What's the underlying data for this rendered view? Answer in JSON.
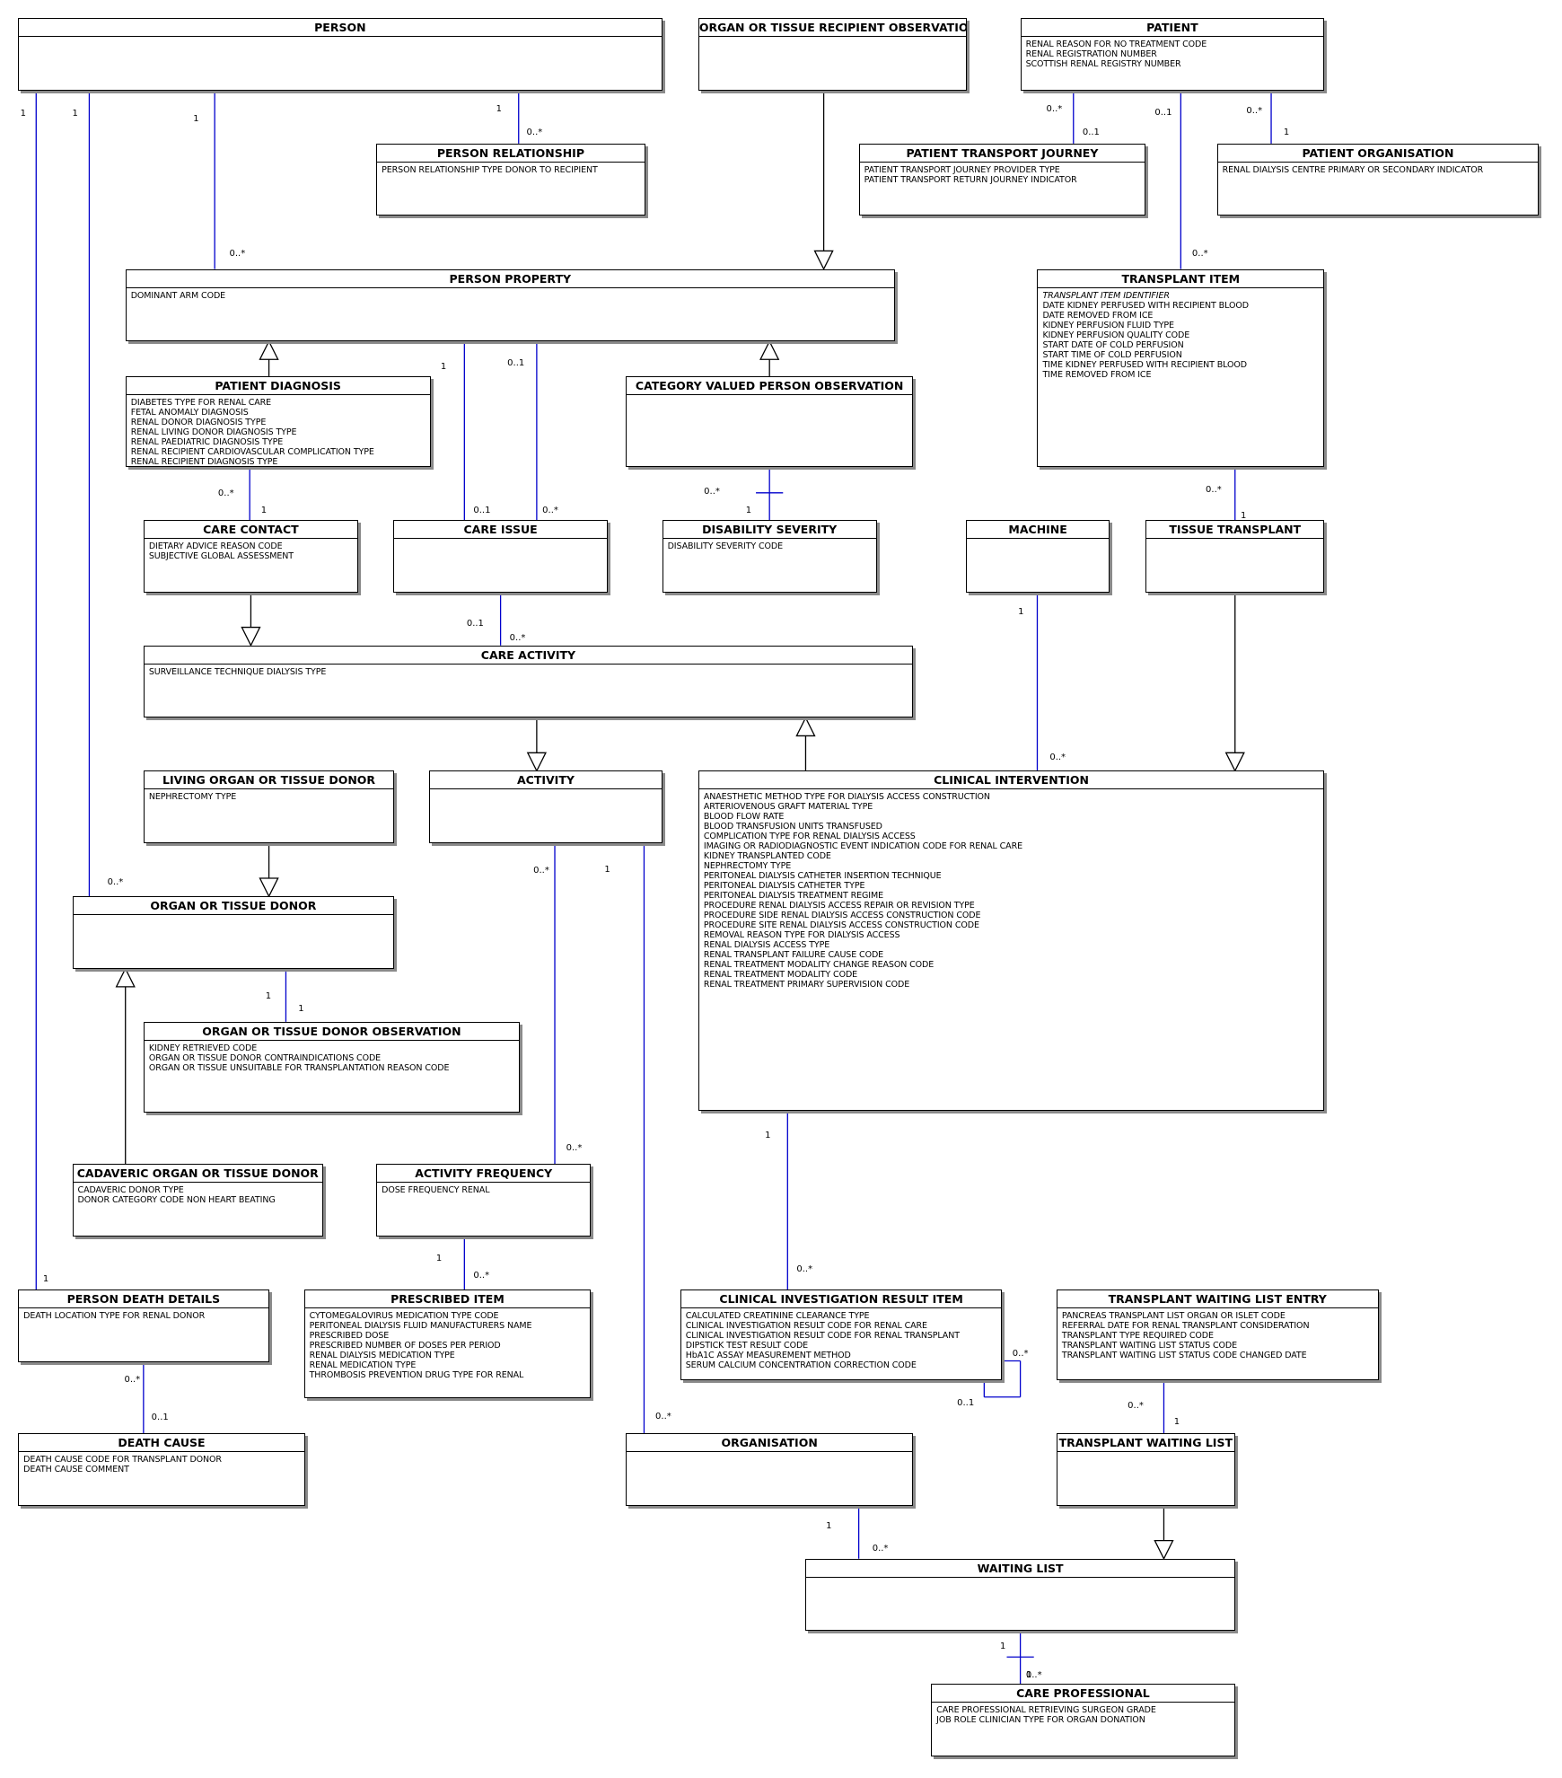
{
  "diagram": {
    "colors": {
      "association": "#0000cc",
      "inheritance": "#000000",
      "shadow": "#8a8a8a"
    },
    "entities": {
      "person": {
        "title": "PERSON",
        "attributes": []
      },
      "organ_recipient_obs": {
        "title": "ORGAN OR TISSUE RECIPIENT OBSERVATION",
        "attributes": []
      },
      "patient": {
        "title": "PATIENT",
        "attributes": [
          "RENAL REASON FOR NO TREATMENT CODE",
          "RENAL REGISTRATION NUMBER",
          "SCOTTISH RENAL REGISTRY NUMBER"
        ]
      },
      "person_relationship": {
        "title": "PERSON RELATIONSHIP",
        "attributes": [
          "PERSON RELATIONSHIP TYPE DONOR TO RECIPIENT"
        ]
      },
      "patient_transport": {
        "title": "PATIENT TRANSPORT JOURNEY",
        "attributes": [
          "PATIENT TRANSPORT JOURNEY PROVIDER TYPE",
          "PATIENT TRANSPORT RETURN JOURNEY INDICATOR"
        ]
      },
      "patient_org": {
        "title": "PATIENT ORGANISATION",
        "attributes": [
          "RENAL DIALYSIS CENTRE PRIMARY OR SECONDARY INDICATOR"
        ]
      },
      "person_property": {
        "title": "PERSON PROPERTY",
        "attributes": [
          "DOMINANT ARM CODE"
        ]
      },
      "transplant_item": {
        "title": "TRANSPLANT ITEM",
        "attributes": [
          "TRANSPLANT ITEM IDENTIFIER",
          "DATE KIDNEY PERFUSED WITH RECIPIENT BLOOD",
          "DATE REMOVED FROM ICE",
          "KIDNEY PERFUSION FLUID TYPE",
          "KIDNEY PERFUSION QUALITY CODE",
          "START DATE OF COLD PERFUSION",
          "START TIME OF COLD PERFUSION",
          "TIME KIDNEY PERFUSED WITH RECIPIENT BLOOD",
          "TIME REMOVED FROM ICE"
        ]
      },
      "patient_diagnosis": {
        "title": "PATIENT DIAGNOSIS",
        "attributes": [
          "DIABETES TYPE FOR RENAL CARE",
          "FETAL ANOMALY DIAGNOSIS",
          "RENAL DONOR DIAGNOSIS TYPE",
          "RENAL LIVING DONOR DIAGNOSIS TYPE",
          "RENAL PAEDIATRIC DIAGNOSIS TYPE",
          "RENAL RECIPIENT CARDIOVASCULAR COMPLICATION TYPE",
          "RENAL RECIPIENT DIAGNOSIS TYPE"
        ]
      },
      "category_obs": {
        "title": "CATEGORY VALUED PERSON OBSERVATION",
        "attributes": []
      },
      "care_contact": {
        "title": "CARE CONTACT",
        "attributes": [
          "DIETARY ADVICE REASON CODE",
          "SUBJECTIVE GLOBAL ASSESSMENT"
        ]
      },
      "care_issue": {
        "title": "CARE ISSUE",
        "attributes": []
      },
      "disability": {
        "title": "DISABILITY SEVERITY",
        "attributes": [
          "DISABILITY SEVERITY CODE"
        ]
      },
      "machine": {
        "title": "MACHINE",
        "attributes": []
      },
      "tissue_transplant": {
        "title": "TISSUE TRANSPLANT",
        "attributes": []
      },
      "care_activity": {
        "title": "CARE ACTIVITY",
        "attributes": [
          "SURVEILLANCE TECHNIQUE DIALYSIS TYPE"
        ]
      },
      "living_donor": {
        "title": "LIVING ORGAN OR TISSUE DONOR",
        "attributes": [
          "NEPHRECTOMY TYPE"
        ]
      },
      "activity": {
        "title": "ACTIVITY",
        "attributes": []
      },
      "clinical_intervention": {
        "title": "CLINICAL INTERVENTION",
        "attributes": [
          "ANAESTHETIC METHOD TYPE FOR DIALYSIS ACCESS CONSTRUCTION",
          "ARTERIOVENOUS GRAFT MATERIAL TYPE",
          "BLOOD FLOW RATE",
          "BLOOD TRANSFUSION UNITS TRANSFUSED",
          "COMPLICATION TYPE FOR RENAL DIALYSIS ACCESS",
          "IMAGING OR RADIODIAGNOSTIC EVENT INDICATION CODE FOR RENAL CARE",
          "KIDNEY TRANSPLANTED CODE",
          "NEPHRECTOMY TYPE",
          "PERITONEAL DIALYSIS CATHETER INSERTION TECHNIQUE",
          "PERITONEAL DIALYSIS CATHETER TYPE",
          "PERITONEAL DIALYSIS TREATMENT REGIME",
          "PROCEDURE RENAL DIALYSIS ACCESS REPAIR OR REVISION TYPE",
          "PROCEDURE SIDE RENAL DIALYSIS ACCESS CONSTRUCTION CODE",
          "PROCEDURE SITE RENAL DIALYSIS ACCESS CONSTRUCTION CODE",
          "REMOVAL REASON TYPE FOR DIALYSIS ACCESS",
          "RENAL DIALYSIS ACCESS TYPE",
          "RENAL TRANSPLANT FAILURE CAUSE CODE",
          "RENAL TREATMENT MODALITY CHANGE REASON CODE",
          "RENAL TREATMENT MODALITY CODE",
          "RENAL TREATMENT PRIMARY SUPERVISION CODE"
        ]
      },
      "organ_donor": {
        "title": "ORGAN OR TISSUE DONOR",
        "attributes": []
      },
      "organ_donor_obs": {
        "title": "ORGAN OR TISSUE DONOR OBSERVATION",
        "attributes": [
          "KIDNEY RETRIEVED CODE",
          "ORGAN OR TISSUE DONOR CONTRAINDICATIONS CODE",
          "ORGAN OR TISSUE UNSUITABLE FOR TRANSPLANTATION REASON CODE"
        ]
      },
      "cadaveric_donor": {
        "title": "CADAVERIC ORGAN OR TISSUE DONOR",
        "attributes": [
          "CADAVERIC DONOR TYPE",
          "DONOR CATEGORY CODE NON HEART BEATING"
        ]
      },
      "activity_frequency": {
        "title": "ACTIVITY FREQUENCY",
        "attributes": [
          "DOSE FREQUENCY RENAL"
        ]
      },
      "death_details": {
        "title": "PERSON DEATH DETAILS",
        "attributes": [
          "DEATH LOCATION TYPE FOR RENAL DONOR"
        ]
      },
      "prescribed_item": {
        "title": "PRESCRIBED ITEM",
        "attributes": [
          "CYTOMEGALOVIRUS MEDICATION TYPE CODE",
          "PERITONEAL DIALYSIS FLUID MANUFACTURERS NAME",
          "PRESCRIBED DOSE",
          "PRESCRIBED NUMBER OF DOSES PER PERIOD",
          "RENAL DIALYSIS MEDICATION TYPE",
          "RENAL MEDICATION TYPE",
          "THROMBOSIS PREVENTION DRUG TYPE FOR RENAL"
        ]
      },
      "clinical_result": {
        "title": "CLINICAL INVESTIGATION RESULT ITEM",
        "attributes": [
          "CALCULATED CREATININE CLEARANCE TYPE",
          "CLINICAL INVESTIGATION RESULT CODE FOR RENAL CARE",
          "CLINICAL INVESTIGATION RESULT CODE FOR RENAL TRANSPLANT",
          "DIPSTICK TEST RESULT CODE",
          "HbA1C ASSAY MEASUREMENT METHOD",
          "SERUM CALCIUM CONCENTRATION CORRECTION CODE"
        ]
      },
      "waiting_entry": {
        "title": "TRANSPLANT WAITING LIST ENTRY",
        "attributes": [
          "PANCREAS TRANSPLANT LIST ORGAN OR ISLET CODE",
          "REFERRAL DATE FOR RENAL TRANSPLANT CONSIDERATION",
          "TRANSPLANT TYPE REQUIRED CODE",
          "TRANSPLANT WAITING LIST STATUS CODE",
          "TRANSPLANT WAITING LIST STATUS CODE CHANGED DATE"
        ]
      },
      "death_cause": {
        "title": "DEATH CAUSE",
        "attributes": [
          "DEATH CAUSE CODE FOR TRANSPLANT DONOR",
          "DEATH CAUSE COMMENT"
        ]
      },
      "organisation": {
        "title": "ORGANISATION",
        "attributes": []
      },
      "waiting_list_t": {
        "title": "TRANSPLANT WAITING LIST",
        "attributes": []
      },
      "waiting_list": {
        "title": "WAITING LIST",
        "attributes": []
      },
      "care_professional": {
        "title": "CARE PROFESSIONAL",
        "attributes": [
          "CARE PROFESSIONAL RETRIEVING SURGEON GRADE",
          "JOB ROLE CLINICIAN TYPE FOR ORGAN DONATION"
        ]
      }
    },
    "multiplicities": [
      "1",
      "1",
      "1",
      "0..*",
      "1",
      "0..*",
      "0..*",
      "0..1",
      "0..1",
      "0..*",
      "1",
      "0..*",
      "1",
      "0..1",
      "0..1",
      "0..*",
      "0..*",
      "1",
      "0..*",
      "1",
      "0..*",
      "1",
      "0..1",
      "0..*",
      "1",
      "0..*",
      "0..*",
      "1",
      "0..*",
      "1",
      "1",
      "0..*",
      "1",
      "0..*",
      "1",
      "0..*",
      "1",
      "0..*",
      "0..1",
      "0..*",
      "0..1",
      "0..*",
      "1",
      "0..*",
      "1",
      "0..*",
      "1",
      "1",
      "0..*"
    ]
  }
}
